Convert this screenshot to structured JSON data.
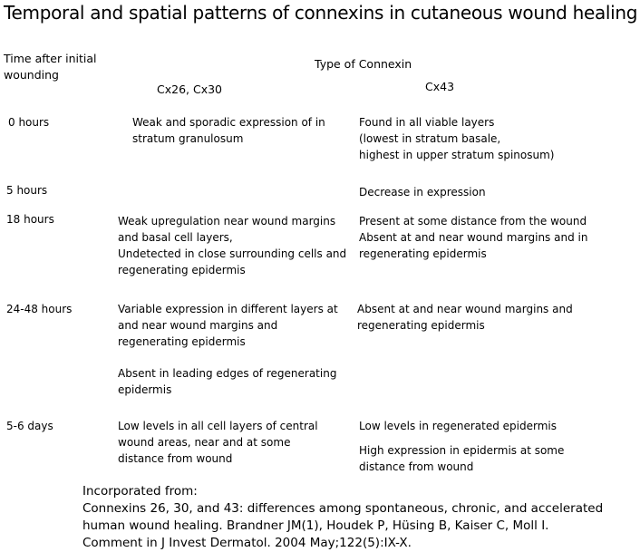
{
  "title": "Temporal and spatial patterns of connexins in cutaneous wound healing",
  "table": {
    "time_header": "Time after initial\nwounding",
    "type_header": "Type of Connexin",
    "col1_header": "Cx26, Cx30",
    "col2_header": "Cx43",
    "rows": [
      {
        "time": "0 hours",
        "cx26_30": "Weak and sporadic expression of in\nstratum granulosum",
        "cx43": "Found in all viable layers\n(lowest in stratum basale,\nhighest in upper stratum spinosum)"
      },
      {
        "time": "5 hours",
        "cx26_30": "",
        "cx43": "Decrease in expression"
      },
      {
        "time": "18 hours",
        "cx26_30": "Weak upregulation near wound margins\nand basal cell layers,\nUndetected in close surrounding cells and\nregenerating epidermis",
        "cx43": "Present at some distance from the wound\nAbsent at and near wound margins and in\nregenerating epidermis"
      },
      {
        "time": "24-48 hours",
        "cx26_30": "Variable expression in different layers at\nand near wound margins and\nregenerating epidermis",
        "cx26_30_extra": "Absent in leading edges of regenerating\nepidermis",
        "cx43": "Absent at and near wound margins and\nregenerating epidermis"
      },
      {
        "time": "5-6 days",
        "cx26_30": "Low levels in all cell layers of central\nwound areas, near and at some\ndistance from wound",
        "cx43": "Low levels in regenerated epidermis",
        "cx43_extra": "High expression in epidermis at some\ndistance from wound"
      }
    ]
  },
  "citation": {
    "heading": "Incorporated from:",
    "text": "Connexins 26, 30, and 43: differences among spontaneous, chronic, and accelerated\nhuman wound healing. Brandner JM(1), Houdek P, Hüsing B, Kaiser C, Moll I.\nComment in J Invest Dermatol. 2004 May;122(5):IX-X."
  }
}
